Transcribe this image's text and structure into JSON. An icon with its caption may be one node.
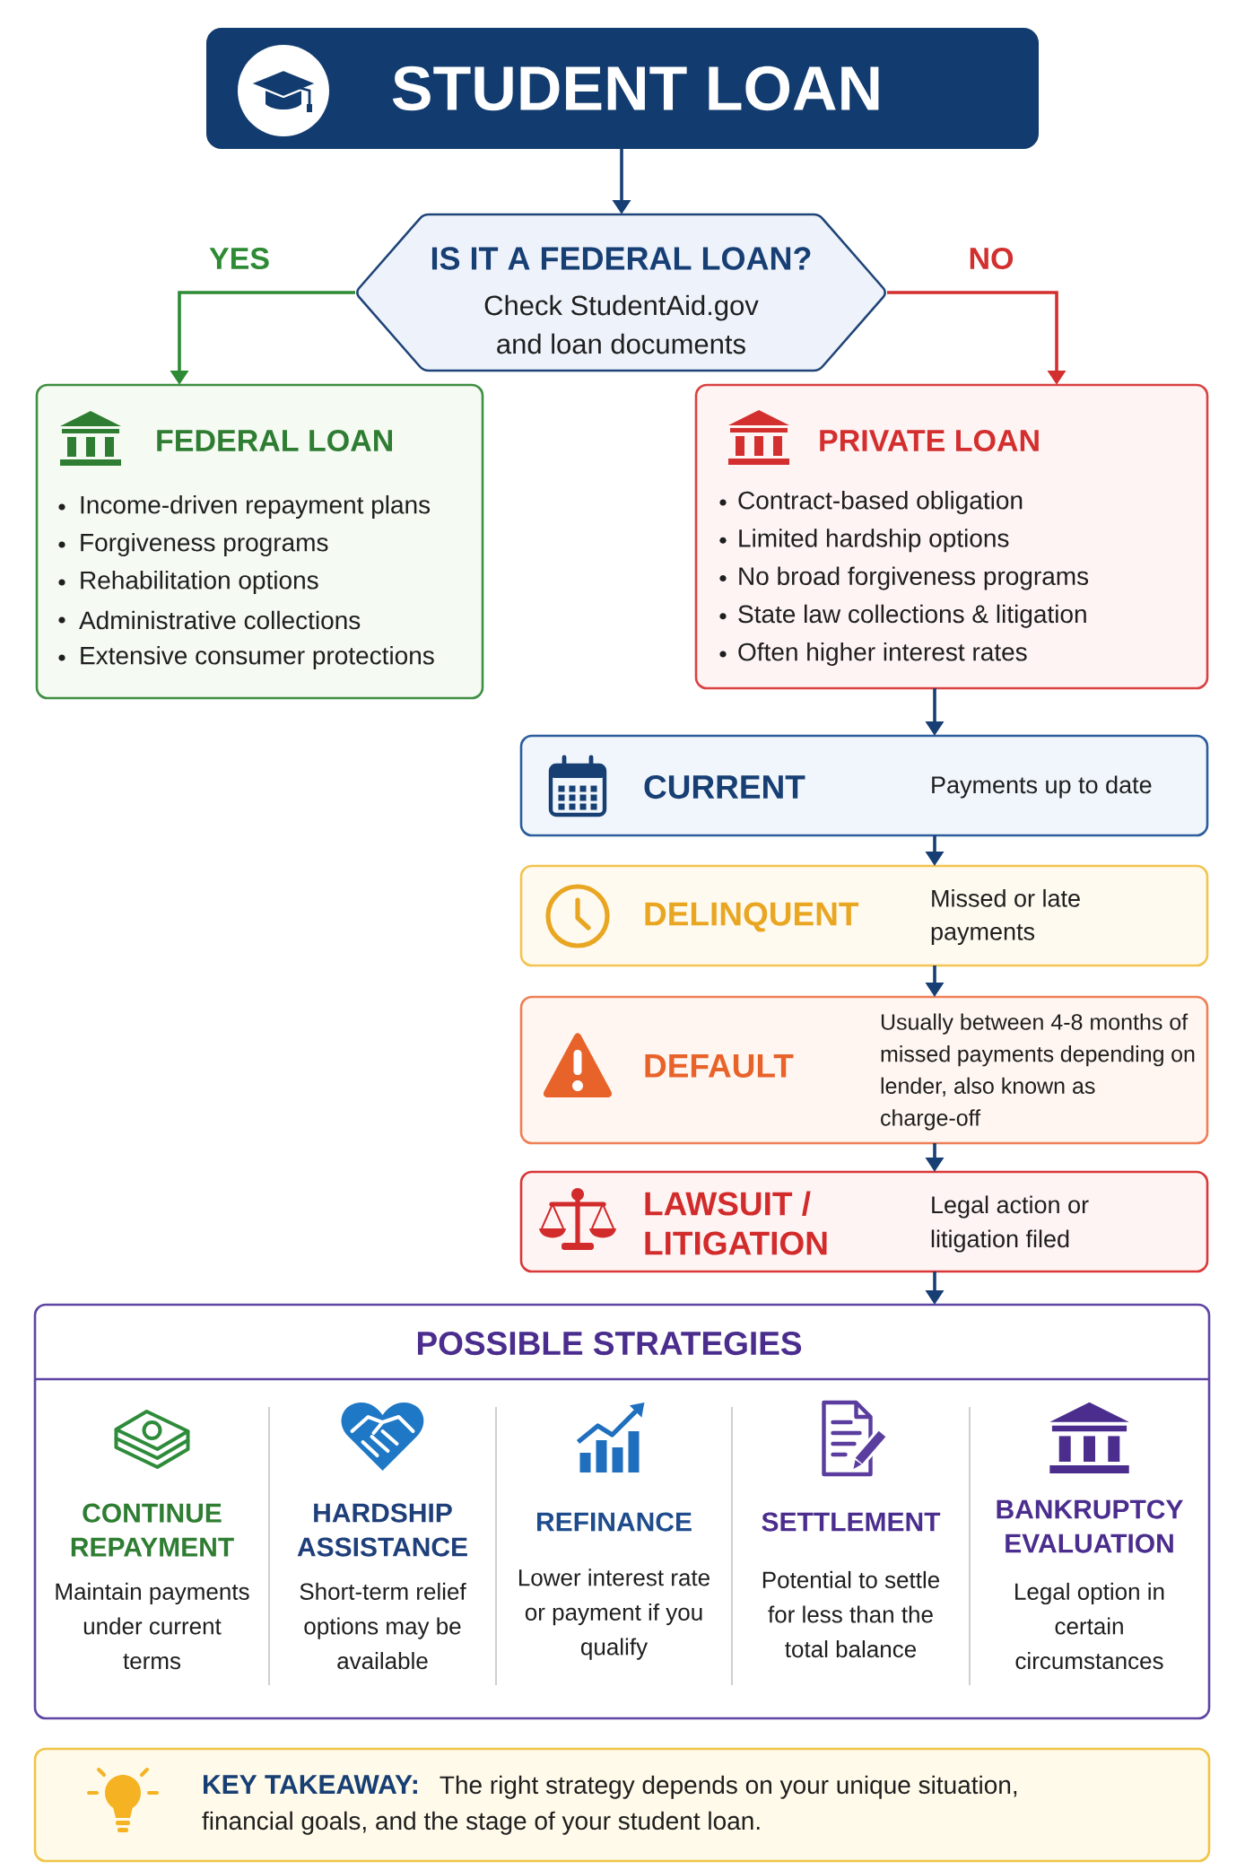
{
  "diagram": {
    "nodes": [
      {
        "text": [
          "STUDENT LOAN"
        ]
      },
      {
        "text": [
          "IS IT A FEDERAL LOAN?",
          "Check StudentAid.gov and loan documents"
        ]
      },
      {
        "text": [
          "FEDERAL LOAN",
          "Income-driven repayment plans",
          "Forgiveness programs",
          "Rehabilitation options",
          "Administrative collections",
          "Extensive consumer protections"
        ]
      },
      {
        "text": [
          "PRIVATE LOAN",
          "Contract-based obligation",
          "Limited hardship options",
          "No broad forgiveness programs",
          "State law collections & litigation",
          "Often higher interest rates"
        ]
      },
      {
        "text": [
          "CURRENT",
          "Payments up to date"
        ]
      },
      {
        "text": [
          "DELINQUENT",
          "Missed or late payments"
        ]
      },
      {
        "text": [
          "DEFAULT",
          "Usually between 4-8 months of missed payments depending on lender, also known as charge-off"
        ]
      },
      {
        "text": [
          "LAWSUIT / LITIGATION",
          "Legal action or litigation filed"
        ]
      },
      {
        "text": [
          "POSSIBLE STRATEGIES",
          "CONTINUE REPAYMENT",
          "Maintain payments under current terms",
          "HARDSHIP ASSISTANCE",
          "Short-term relief options may be available",
          "REFINANCE",
          "Lower interest rate or payment if you qualify",
          "SETTLEMENT",
          "Potential to settle for less than the total balance",
          "BANKRUPTCY EVALUATION",
          "Legal option in certain circumstances"
        ]
      },
      {
        "text": [
          "KEY TAKEAWAY:",
          "The right strategy depends on your unique situation, financial goals, and the stage of your student loan."
        ]
      }
    ],
    "edges": [
      {
        "from": 0,
        "to": 1,
        "arrow": "to"
      },
      {
        "from": 1,
        "to": 2,
        "arrow": "to",
        "label": "YES",
        "color": "#2e8a34"
      },
      {
        "from": 1,
        "to": 3,
        "arrow": "to",
        "label": "NO",
        "color": "#d32f2f"
      },
      {
        "from": 3,
        "to": 4,
        "arrow": "to"
      },
      {
        "from": 4,
        "to": 5,
        "arrow": "to"
      },
      {
        "from": 5,
        "to": 6,
        "arrow": "to"
      },
      {
        "from": 6,
        "to": 7,
        "arrow": "to"
      },
      {
        "from": 7,
        "to": 8,
        "arrow": "to"
      }
    ]
  }
}
